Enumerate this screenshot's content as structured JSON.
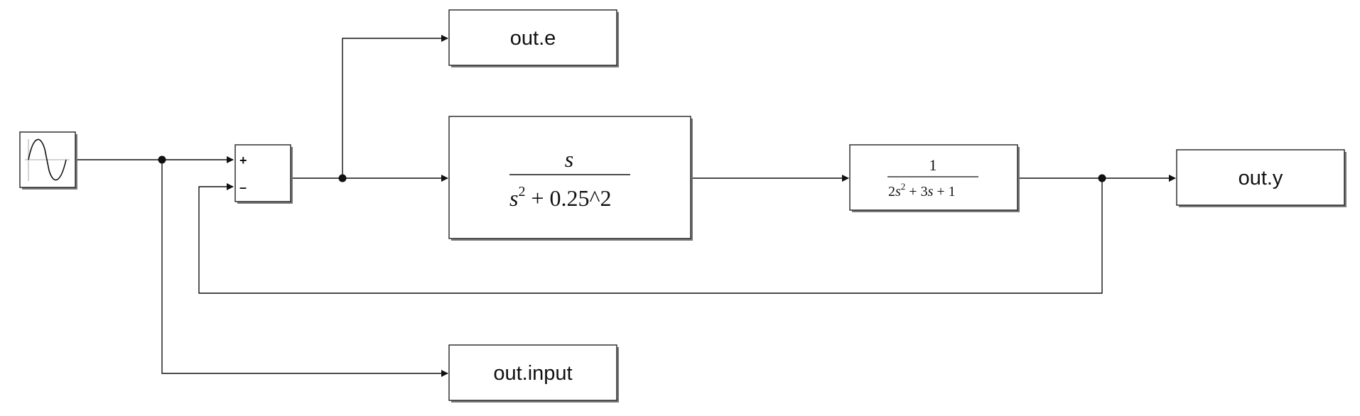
{
  "blocks": {
    "source": {
      "type": "Sine Wave",
      "icon": "sine-wave-icon"
    },
    "sum": {
      "plus_sign": "+",
      "minus_sign": "–"
    },
    "tf1": {
      "numerator": "s",
      "denominator_var": "s",
      "denominator_exp": "2",
      "denominator_rest": " + 0.25^2"
    },
    "tf2": {
      "numerator": "1",
      "den_a": "2",
      "den_b": "s",
      "den_exp": "2",
      "den_rest": " + 3",
      "den_c": "s",
      "den_d": " + 1"
    },
    "out_e": {
      "label": "out.e"
    },
    "out_y": {
      "label": "out.y"
    },
    "out_input": {
      "label": "out.input"
    }
  },
  "colors": {
    "line": "#111111",
    "block_border": "#222222",
    "shadow": "#7a7a7a",
    "background": "#ffffff"
  }
}
